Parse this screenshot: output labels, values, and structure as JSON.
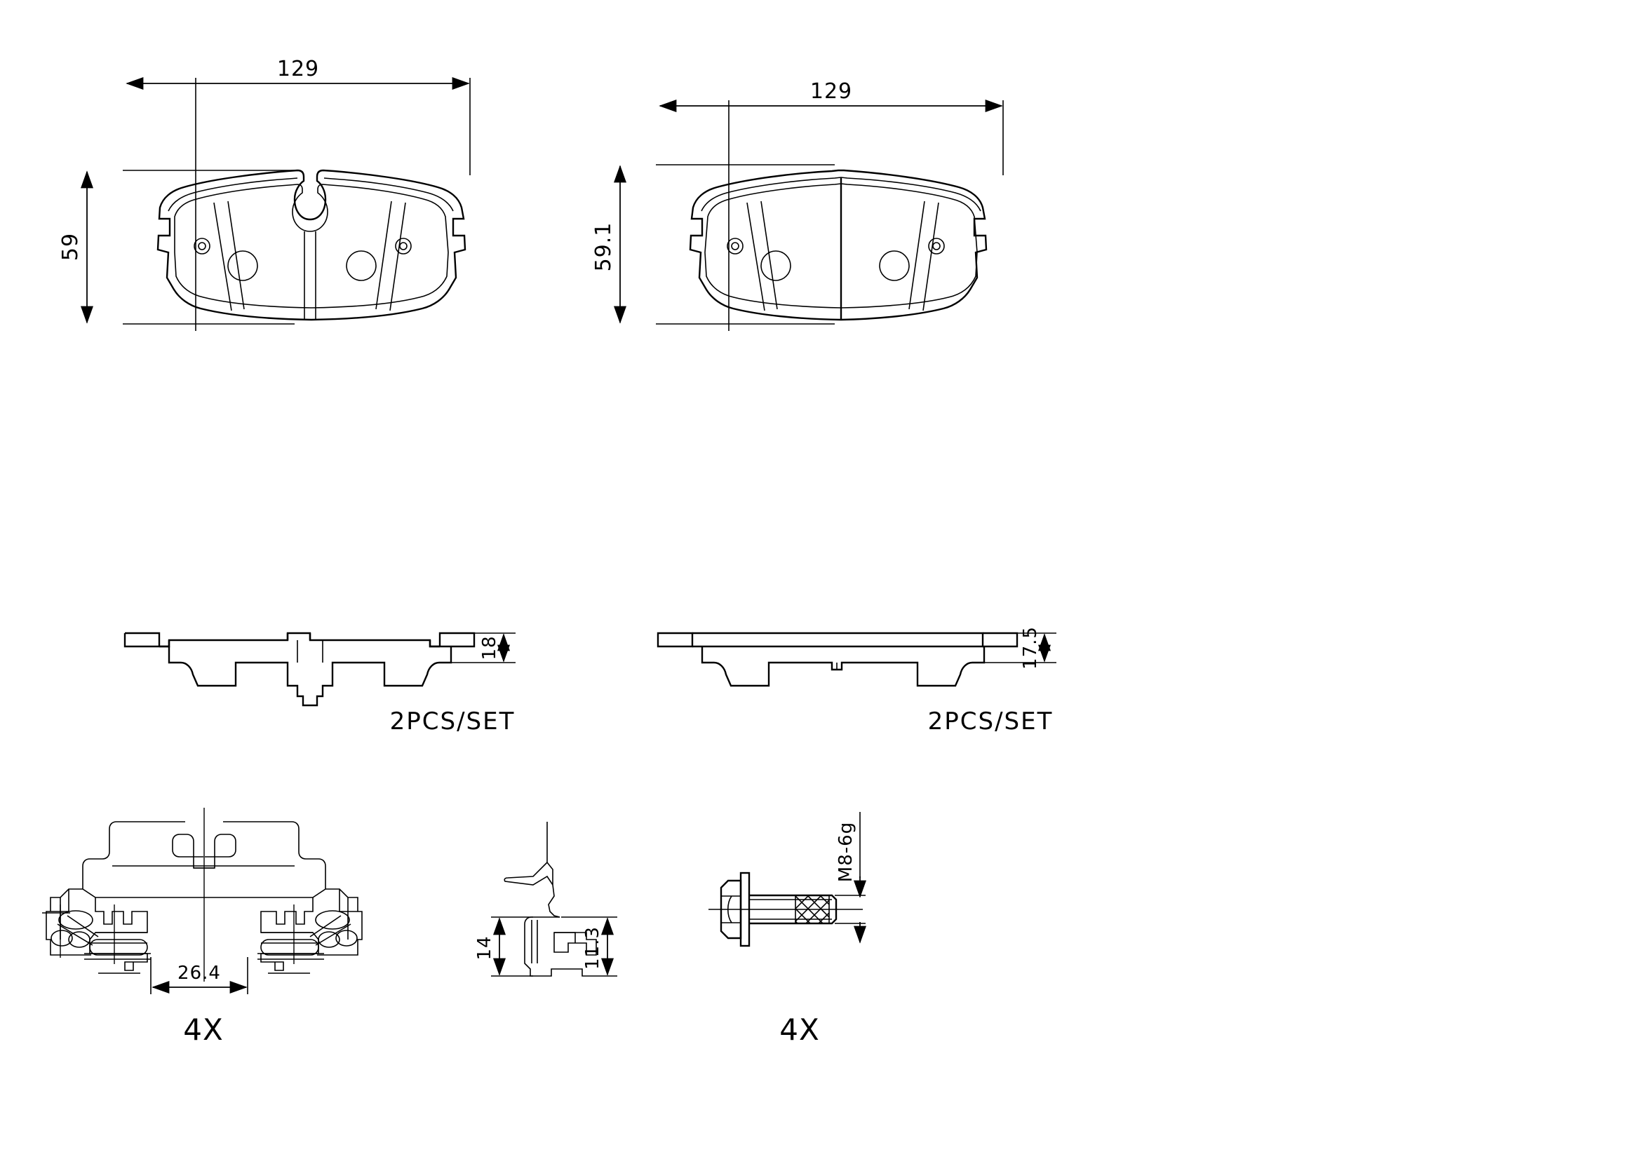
{
  "drawing": {
    "type": "technical-engineering-drawing",
    "subject": "brake-pad-set-with-hardware",
    "background_color": "#ffffff",
    "line_color": "#000000"
  },
  "views": {
    "pad_left_front": {
      "name": "left-brake-pad-face-view",
      "width_dim": "129",
      "height_dim": "59",
      "width_unit_hint": "mm",
      "features": [
        "center-notch",
        "two-small-holes",
        "two-large-holes",
        "side-ears",
        "friction-material-outline"
      ]
    },
    "pad_right_front": {
      "name": "right-brake-pad-face-view",
      "width_dim": "129",
      "height_dim": "59.1",
      "features": [
        "center-divider-line",
        "two-small-holes",
        "two-large-holes",
        "side-ears"
      ]
    },
    "pad_left_side": {
      "name": "left-brake-pad-side-profile",
      "thickness_dim": "18",
      "set_label": "2PCS/SET"
    },
    "pad_right_side": {
      "name": "right-brake-pad-side-profile",
      "thickness_dim": "17.5",
      "set_label": "2PCS/SET"
    },
    "spring_clip": {
      "name": "abutment-spring-clip",
      "width_dim": "26.4",
      "qty_label": "4X"
    },
    "clip_side": {
      "name": "spring-clip-side-profile",
      "height_dim_left": "14",
      "height_dim_right": "11.3"
    },
    "bolt": {
      "name": "caliper-guide-bolt",
      "thread_spec": "M8-6g",
      "qty_label": "4X"
    }
  },
  "labels": {
    "dim_129_left": "129",
    "dim_59_left": "59",
    "dim_129_right": "129",
    "dim_591_right": "59.1",
    "dim_18": "18",
    "dim_175": "17.5",
    "dim_264": "26.4",
    "dim_14": "14",
    "dim_113": "11.3",
    "thread_m8": "M8-6g",
    "set_left": "2PCS/SET",
    "set_right": "2PCS/SET",
    "qty_clip": "4X",
    "qty_bolt": "4X"
  }
}
